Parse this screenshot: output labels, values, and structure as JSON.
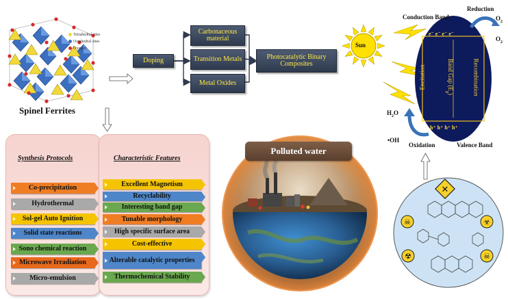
{
  "spinel": {
    "title": "Spinel Ferrites",
    "legend": [
      {
        "label": "Tetrahedral sites",
        "color": "#f2d93a"
      },
      {
        "label": "Octahedral sites",
        "color": "#3c6fbf"
      },
      {
        "label": "Oxygen",
        "color": "#d52a2a"
      }
    ]
  },
  "flow": {
    "doping": "Doping",
    "dopants": [
      "Carbonaceous material",
      "Transition Metals",
      "Metal Oxides"
    ],
    "composite": "Photocatalytic Binary Composites"
  },
  "synthesis": {
    "title": "Synthesis Protocols",
    "items": [
      {
        "label": "Co-precipitation",
        "color": "#ef7d23"
      },
      {
        "label": "Hydrothermal",
        "color": "#a9a9a9"
      },
      {
        "label": "Sol-gel Auto Ignition",
        "color": "#f5c400"
      },
      {
        "label": "Solid state reactions",
        "color": "#4e86c9"
      },
      {
        "label": "Sono chemical reaction",
        "color": "#6aa84f"
      },
      {
        "label": "Microwave Irradiation",
        "color": "#e8691c"
      },
      {
        "label": "Micro-emulsion",
        "color": "#a9a9a9"
      }
    ]
  },
  "features": {
    "title": "Characteristic Features",
    "items": [
      {
        "label": "Excellent Magnetism",
        "color": "#f5c400"
      },
      {
        "label": "Recyclability",
        "color": "#4e86c9"
      },
      {
        "label": "Interesting band gap",
        "color": "#6aa84f"
      },
      {
        "label": "Tunable morphology",
        "color": "#ef7d23"
      },
      {
        "label": "High specific surface area",
        "color": "#a9a9a9"
      },
      {
        "label": "Cost-effective",
        "color": "#f5c400"
      },
      {
        "label": "Alterable catalytic properties",
        "color": "#4e86c9"
      },
      {
        "label": "Thermochemical Stability",
        "color": "#6aa84f"
      }
    ]
  },
  "polluted": {
    "label": "Polluted water"
  },
  "band": {
    "sun": "Sun",
    "conduction": "Conduction Band",
    "valence": "Valence Band",
    "reduction": "Reduction",
    "oxidation": "Oxidation",
    "o2": "O",
    "o2_sub": "2",
    "o2_radical": "O",
    "o2_radical_sub": "2",
    "o2_radical_sup": "•−",
    "h2o": "H",
    "h2o_sub": "2",
    "h2o_tail": "O",
    "oh": "•OH",
    "excitation": "Excitation",
    "recombination": "Recombination",
    "gap": "Band Gap (E",
    "gap_sub": "g",
    "gap_tail": ")",
    "electrons": "e⁻ e⁻ e⁻ e⁻",
    "holes": "h⁺ h⁺ h⁺ h⁺"
  },
  "colors": {
    "box_dark": "#3a465b",
    "box_text": "#ffe94a",
    "band_navy": "#0d1a5c",
    "sun": "#ffe000"
  }
}
